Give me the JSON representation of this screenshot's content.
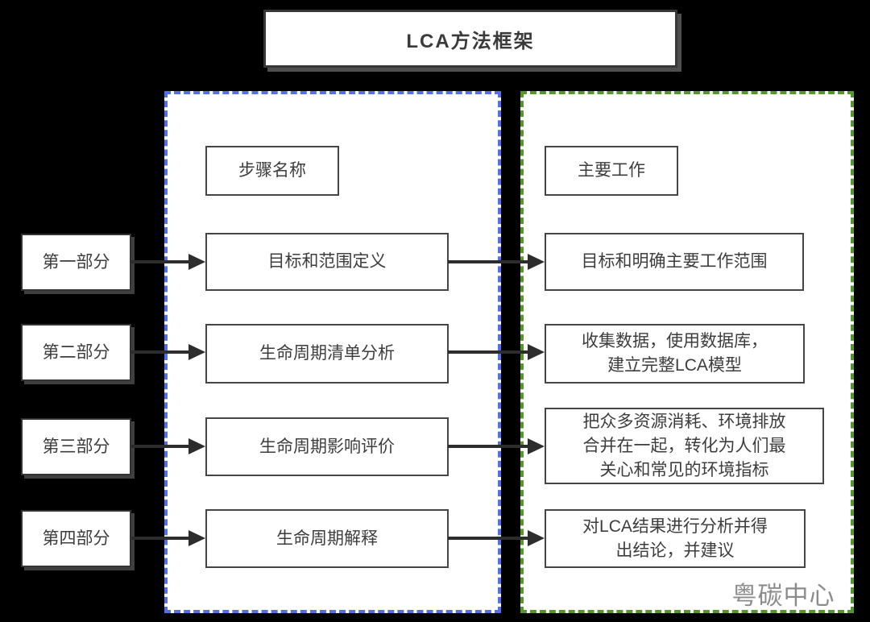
{
  "title": "LCA方法框架",
  "watermark": "粤碳中心",
  "columns": {
    "steps_header": "步骤名称",
    "work_header": "主要工作"
  },
  "rows": [
    {
      "part": "第一部分",
      "step": "目标和范围定义",
      "work": "目标和明确主要工作范围"
    },
    {
      "part": "第二部分",
      "step": "生命周期清单分析",
      "work": "收集数据，使用数据库，\n建立完整LCA模型"
    },
    {
      "part": "第三部分",
      "step": "生命周期影响评价",
      "work": "把众多资源消耗、环境排放\n合并在一起，转化为人们最\n关心和常见的环境指标"
    },
    {
      "part": "第四部分",
      "step": "生命周期解释",
      "work": "对LCA结果进行分析并得\n出结论，并建议"
    }
  ],
  "colors": {
    "background": "#000000",
    "steps_panel_border": "#5470e4",
    "work_panel_border": "#55962d",
    "box_border": "#454545",
    "arrow": "#2d2d2d",
    "text": "#3d3d3d",
    "watermark": "#8c8c8c"
  }
}
